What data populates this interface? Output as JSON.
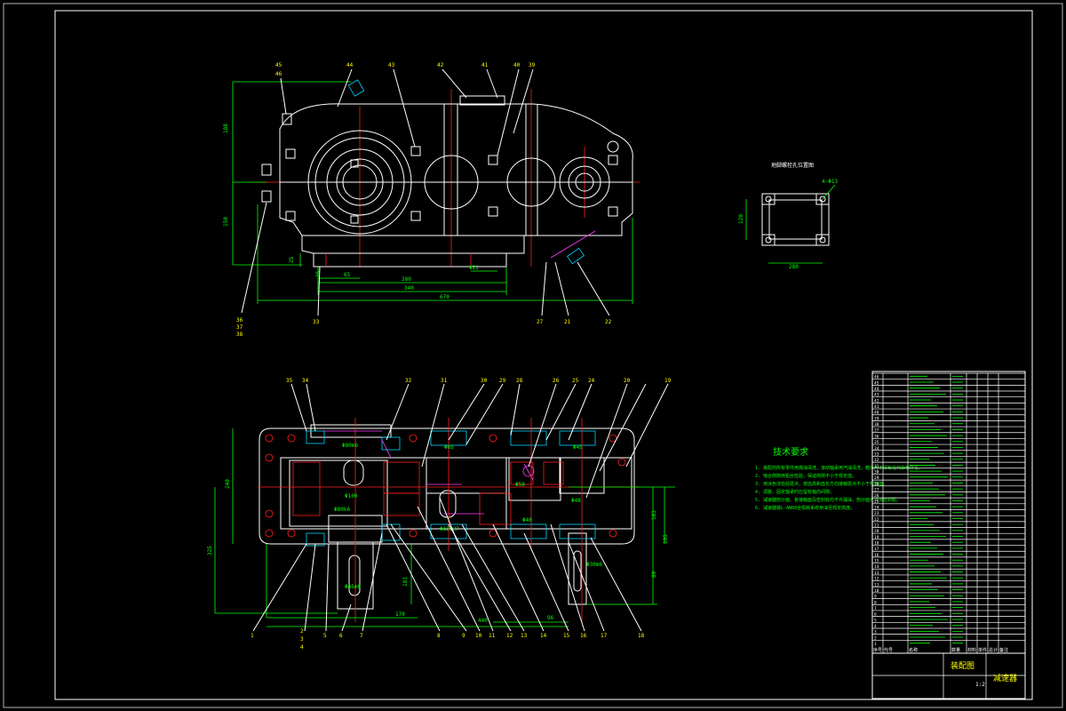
{
  "drawing": {
    "top_view_title": "箱体顶视",
    "base_view_label": "地脚螺栓孔位置图",
    "base_hole_label": "4-Φ13",
    "tech_title": "技术要求",
    "tech_lines": [
      "1. 装配前所有零件用煤油清洗，滚动轴承用汽油清洗，箱体内不得有任何杂物存在。",
      "2. 啮合侧隙用铅丝检验，保证侧隙不小于规定值。",
      "3. 用涂色法检验斑点，按齿高和齿长方向接触斑点不小于规定值。",
      "4. 调整、固定轴承时应留有轴向间隙。",
      "5. 减速器剖分面、各接触面及密封处均不许漏油，剖分面允许涂密封胶。",
      "6. 减速器装L-AN68全损耗系统用油至规定高度。"
    ],
    "title_block": {
      "drawing_name": "装配图",
      "drawing_type": "减速器",
      "scale": "1:2"
    },
    "dims_top": {
      "h_total": "188",
      "h_center": "150",
      "base_h": "25",
      "d1": "65",
      "d2": "280",
      "d3": "340",
      "d4": "670",
      "base_t": "25",
      "hole": "Φ21"
    },
    "dims_base": {
      "w": "280",
      "h": "120"
    },
    "dims_bottom": {
      "h_left": "240",
      "h_total": "325",
      "h_shaft": "183",
      "len_170": "170",
      "len_440": "440",
      "len_96": "96",
      "r_h1": "183",
      "r_h2": "195",
      "r_h3": "80",
      "dia_left": "Φ80k6",
      "dia_pin": "Φ65m6",
      "dia_top": "Φ80m6",
      "dia_a": "Φ100",
      "dia_b": "Φ125H7",
      "dia_c": "Φ65",
      "dia_d": "Φ48",
      "dia_e": "Φ50",
      "dia_f": "Φ40",
      "dia_g": "Φ30m6",
      "dia_h": "Φ45"
    },
    "callouts_top": [
      "45",
      "46",
      "44",
      "43",
      "42",
      "41",
      "40",
      "39",
      "36",
      "37",
      "38",
      "33",
      "27",
      "21",
      "22"
    ],
    "callouts_bottom_top": [
      "35",
      "34",
      "32",
      "31",
      "30",
      "29",
      "28",
      "26",
      "25",
      "24",
      "20",
      "19"
    ],
    "callouts_bottom_bottom": [
      "1",
      "2",
      "3",
      "4",
      "5",
      "6",
      "7",
      "8",
      "9",
      "10",
      "11",
      "12",
      "13",
      "14",
      "15",
      "16",
      "17",
      "18"
    ],
    "parts_list_rows": [
      "46",
      "45",
      "44",
      "43",
      "42",
      "41",
      "40",
      "39",
      "38",
      "37",
      "36",
      "35",
      "34",
      "33",
      "32",
      "31",
      "30",
      "29",
      "28",
      "27",
      "26",
      "25",
      "24",
      "23",
      "22",
      "21",
      "20",
      "19",
      "18",
      "17",
      "16",
      "15",
      "14",
      "13",
      "12",
      "11",
      "10",
      "9",
      "8",
      "7",
      "6",
      "5",
      "4",
      "3",
      "2",
      "1"
    ],
    "parts_header": [
      "序号",
      "代号",
      "名称",
      "数量",
      "材料",
      "单件",
      "总计",
      "备注"
    ]
  }
}
